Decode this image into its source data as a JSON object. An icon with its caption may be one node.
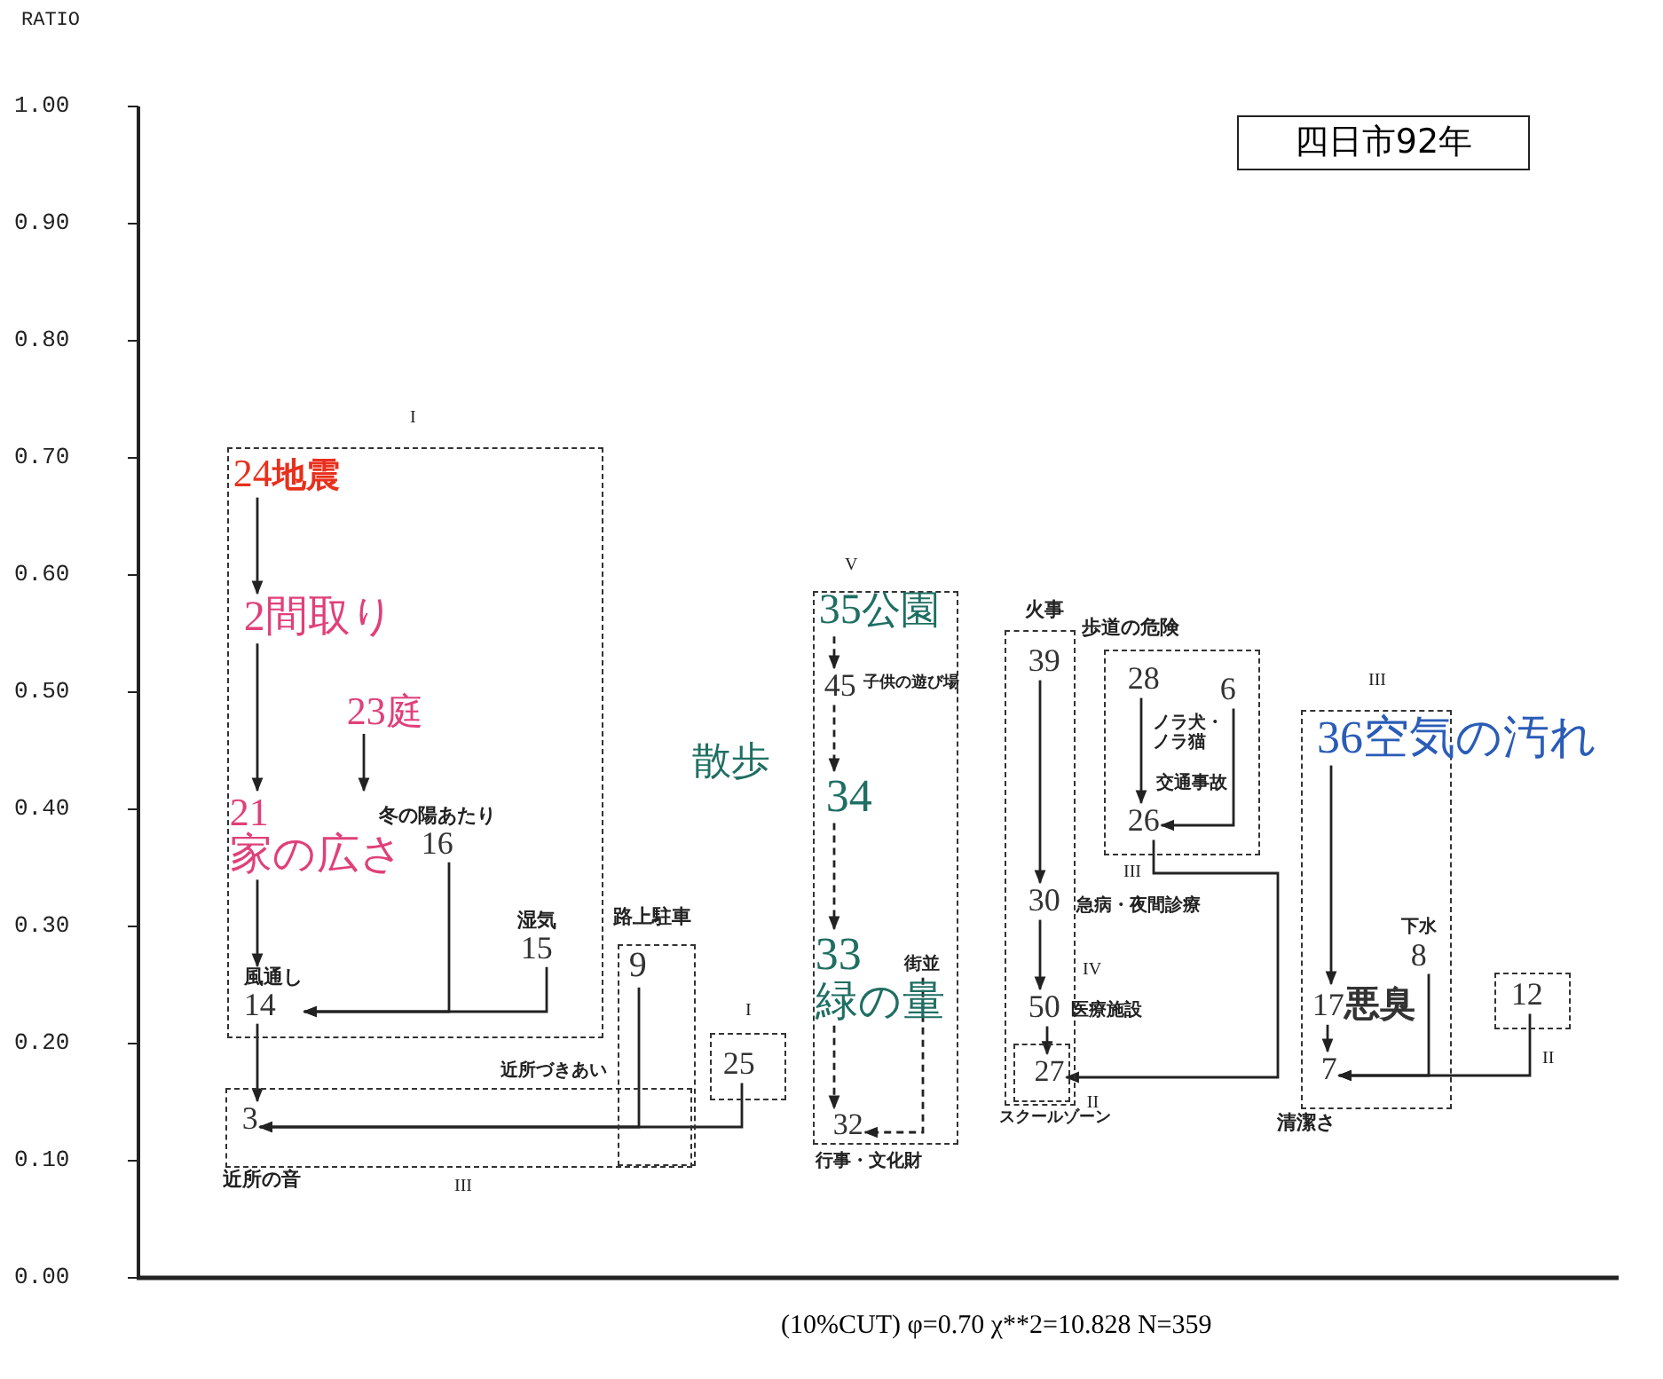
{
  "diagram": {
    "caption": "(10%CUT) φ=0.70 χ**2=10.828 N=359",
    "nodes": [
      {
        "text": [
          "四日市92年"
        ]
      },
      {
        "text": [],
        "shape": "box",
        "beside": [
          "I"
        ]
      },
      {
        "text": [
          "24",
          "地震"
        ],
        "in": 1
      },
      {
        "text": [
          "2",
          "間取り"
        ],
        "in": 1
      },
      {
        "text": [
          "23",
          "庭"
        ],
        "in": 1
      },
      {
        "text": [
          "21",
          "家の広さ"
        ],
        "in": 1
      },
      {
        "text": [
          "冬の陽あたり",
          "16"
        ],
        "in": 1
      },
      {
        "text": [
          "湿気",
          "15"
        ],
        "in": 1
      },
      {
        "text": [
          "風通し",
          "14"
        ],
        "in": 1
      },
      {
        "text": [],
        "shape": "box",
        "beside": [
          "III"
        ]
      },
      {
        "text": [
          "3"
        ],
        "in": 9,
        "beside": [
          "近所の音"
        ]
      },
      {
        "text": [],
        "shape": "box"
      },
      {
        "text": [
          "9"
        ],
        "in": 11,
        "beside": [
          "路上駐車"
        ]
      },
      {
        "text": [],
        "shape": "box",
        "beside": [
          "I"
        ]
      },
      {
        "text": [
          "25"
        ],
        "in": 13
      },
      {
        "text": [],
        "shape": "box",
        "beside": [
          "V"
        ]
      },
      {
        "text": [
          "35",
          "公園"
        ],
        "in": 15
      },
      {
        "text": [
          "45"
        ],
        "in": 15,
        "beside": [
          "子供の遊び場"
        ]
      },
      {
        "text": [
          "34"
        ],
        "in": 15
      },
      {
        "text": [
          "33",
          "緑の量"
        ],
        "in": 15
      },
      {
        "text": [
          "街並"
        ],
        "in": 15
      },
      {
        "text": [
          "32"
        ],
        "in": 15,
        "beside": [
          "行事・文化財"
        ]
      },
      {
        "text": [],
        "shape": "box",
        "beside": [
          "IV"
        ]
      },
      {
        "text": [
          "39"
        ],
        "in": 22,
        "beside": [
          "火事"
        ]
      },
      {
        "text": [
          "30"
        ],
        "in": 22,
        "beside": [
          "急病・夜間診療"
        ]
      },
      {
        "text": [
          "50"
        ],
        "in": 22,
        "beside": [
          "医療施設"
        ]
      },
      {
        "text": [],
        "shape": "box",
        "in": 22,
        "beside": [
          "II"
        ]
      },
      {
        "text": [
          "27"
        ],
        "in": 26,
        "beside": [
          "スクールゾーン"
        ]
      },
      {
        "text": [],
        "shape": "box",
        "beside": [
          "III"
        ]
      },
      {
        "text": [
          "28"
        ],
        "in": 28,
        "beside": [
          "歩道の危険"
        ]
      },
      {
        "text": [
          "6"
        ],
        "in": 28,
        "beside": [
          "ノラ犬・ノラ猫"
        ]
      },
      {
        "text": [
          "26"
        ],
        "in": 28,
        "beside": [
          "交通事故"
        ]
      },
      {
        "text": [],
        "shape": "box",
        "beside": [
          "III"
        ]
      },
      {
        "text": [
          "36",
          "空気の汚れ"
        ]
      },
      {
        "text": [
          "下水",
          "8"
        ],
        "in": 32
      },
      {
        "text": [
          "17",
          "悪臭"
        ],
        "in": 32
      },
      {
        "text": [],
        "shape": "box",
        "beside": [
          "II"
        ]
      },
      {
        "text": [
          "12"
        ],
        "in": 36
      },
      {
        "text": [
          "7"
        ],
        "in": 32,
        "beside": [
          "清潔さ"
        ]
      }
    ],
    "edges": [
      {
        "from": 2,
        "to": 3,
        "arrow": "to"
      },
      {
        "from": 3,
        "to": 5,
        "arrow": "to"
      },
      {
        "from": 4,
        "to": 5,
        "arrow": "to"
      },
      {
        "from": 5,
        "to": 8,
        "arrow": "to"
      },
      {
        "from": 6,
        "to": 8,
        "arrow": "to"
      },
      {
        "from": 7,
        "to": 8,
        "arrow": "to"
      },
      {
        "from": 8,
        "to": 10,
        "arrow": "to"
      },
      {
        "from": 12,
        "to": 10,
        "arrow": "to"
      },
      {
        "from": 14,
        "to": 10,
        "arrow": "to"
      },
      {
        "from": 16,
        "to": 17,
        "arrow": "to",
        "style": "dashed"
      },
      {
        "from": 17,
        "to": 18,
        "arrow": "to",
        "style": "dashed"
      },
      {
        "from": 18,
        "to": 19,
        "arrow": "to",
        "style": "dashed"
      },
      {
        "from": 19,
        "to": 21,
        "arrow": "to",
        "style": "dashed"
      },
      {
        "from": 20,
        "to": 21,
        "arrow": "to",
        "style": "dashed"
      },
      {
        "from": 23,
        "to": 24,
        "arrow": "to"
      },
      {
        "from": 24,
        "to": 25,
        "arrow": "to"
      },
      {
        "from": 25,
        "to": 27,
        "arrow": "to"
      },
      {
        "from": 29,
        "to": 31,
        "arrow": "to"
      },
      {
        "from": 30,
        "to": 31,
        "arrow": "to"
      },
      {
        "from": 31,
        "to": 27,
        "arrow": "to"
      },
      {
        "from": 33,
        "to": 35,
        "arrow": "to"
      },
      {
        "from": 35,
        "to": 38,
        "arrow": "to"
      },
      {
        "from": 34,
        "to": 38,
        "arrow": "to"
      },
      {
        "from": 37,
        "to": 38,
        "arrow": "to"
      }
    ],
    "labels": [
      "RATIO",
      "1.00",
      "0.90",
      "0.80",
      "0.70",
      "0.60",
      "0.50",
      "0.40",
      "0.30",
      "0.20",
      "0.10",
      "0.00",
      "散歩",
      "近所づきあい"
    ]
  }
}
